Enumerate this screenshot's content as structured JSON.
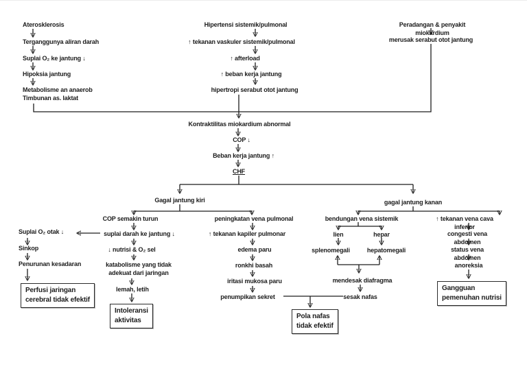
{
  "nodes": {
    "aterosklerosis": "Aterosklerosis",
    "terganggunya": "Terganggunya aliran darah",
    "suplai_o2_jantung": "Suplai O₂ ke jantung  ↓",
    "hipoksia": "Hipoksia jantung",
    "metabolisme": "Metabolisme an anaerob\nTimbunan as. laktat",
    "hipertensi": "Hipertensi sistemik/pulmonal",
    "tekanan_vaskuler": "↑  tekanan vaskuler sistemik/pulmonal",
    "afterload": "↑ afterload",
    "beban_kerja_1": "↑ beban kerja jantung",
    "hipertropi": "hipertropi serabut otot jantung",
    "peradangan": "Peradangan & penyakit miokardium",
    "merusak": "merusak serabut otot jantung",
    "kontraktilitas": "Kontraktilitas miokardium abnormal",
    "cop": "COP ↓",
    "beban_kerja_2": "Beban kerja jantung ↑",
    "chf": "CHF",
    "gagal_kiri": "Gagal jantung kiri",
    "gagal_kanan": "gagal jantung kanan",
    "cop_semakin": "COP semakin turun",
    "peningkatan_vena": "peningkatan vena pulmonal",
    "suplai_darah": "suplai darah ke jantung ↓",
    "suplai_o2_otak": "Suplai O₂ otak ↓",
    "sinkop": "Sinkop",
    "penurunan": "Penurunan kesadaran",
    "box_perfusi": "Perfusi jaringan\ncerebral tidak efektif",
    "nutrisi": "↓ nutrisi & O₂ sel",
    "katabolisme": "katabolisme yang tidak\nadekuat dari jaringan",
    "lemah": "lemah, letih",
    "box_intoleransi": "Intoleransi\naktivitas",
    "tekanan_kapiler": "↑ tekanan kapiler pulmonar",
    "edema": "edema paru",
    "ronkhi": "ronkhi basah",
    "iritasi": "iritasi mukosa paru",
    "penumpikan": "penumpikan sekret",
    "box_pola": "Pola nafas\ntidak efektif",
    "sesak": "sesak nafas",
    "bendungan": "bendungan vena sistemik",
    "tekanan_cava": "↑ tekanan vena cava inferior",
    "lien": "lien",
    "hepar": "hepar",
    "splenomegali": "splenomegali",
    "hepatomegali": "hepatomegali",
    "mendesak": "mendesak diafragma",
    "congesti": "congesti vena abdomen",
    "status_vena": "status vena abdomen",
    "anoreksia": "anoreksia",
    "box_gangguan": "Gangguan\npemenuhan nutrisi"
  },
  "colors": {
    "ink": "#1c1c1c",
    "background": "#ffffff"
  }
}
